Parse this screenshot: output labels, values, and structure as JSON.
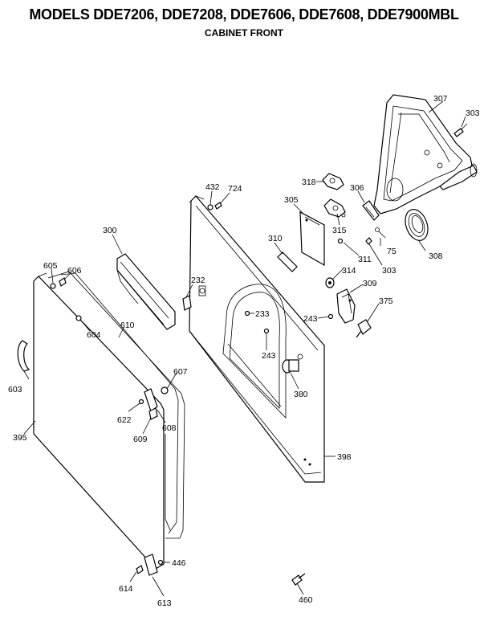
{
  "header": {
    "title": "MODELS DDE7206, DDE7208, DDE7606, DDE7608, DDE7900MBL",
    "subtitle": "CABINET FRONT"
  },
  "parts": {
    "p307": "307",
    "p303a": "303",
    "p318": "318",
    "p432": "432",
    "p724": "724",
    "p306": "306",
    "p305": "305",
    "p315": "315",
    "p75": "75",
    "p308": "308",
    "p310": "310",
    "p311": "311",
    "p303b": "303",
    "p314": "314",
    "p300": "300",
    "p232": "232",
    "p309": "309",
    "p375": "375",
    "p605": "605",
    "p606": "606",
    "p233": "233",
    "p243a": "243",
    "p243b": "243",
    "p604": "604",
    "p610": "610",
    "p607": "607",
    "p380": "380",
    "p603": "603",
    "p622": "622",
    "p608": "608",
    "p609": "609",
    "p395": "395",
    "p398": "398",
    "p446": "446",
    "p614": "614",
    "p613": "613",
    "p460": "460"
  }
}
